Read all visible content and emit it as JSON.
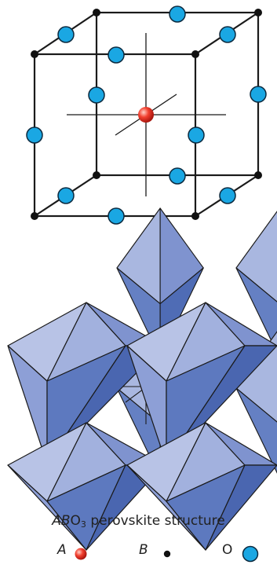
{
  "caption": {
    "formula_a": "A",
    "formula_b": "B",
    "formula_o": "O",
    "formula_sub": "3",
    "rest": " perovskite structure"
  },
  "legend": {
    "a_label": "A",
    "b_label": "B",
    "o_label": "O"
  },
  "colors": {
    "a_atom": "#e2231a",
    "b_atom": "#111111",
    "o_atom": "#1aa7e3",
    "octahedron_light": "#b8c3e6",
    "octahedron_mid": "#8d9fd6",
    "octahedron_dark": "#5d79bf",
    "edges": "#1a1a1a"
  },
  "icons": {
    "a_atom": "red-sphere-icon",
    "b_atom": "black-dot-icon",
    "o_atom": "blue-circle-icon"
  }
}
